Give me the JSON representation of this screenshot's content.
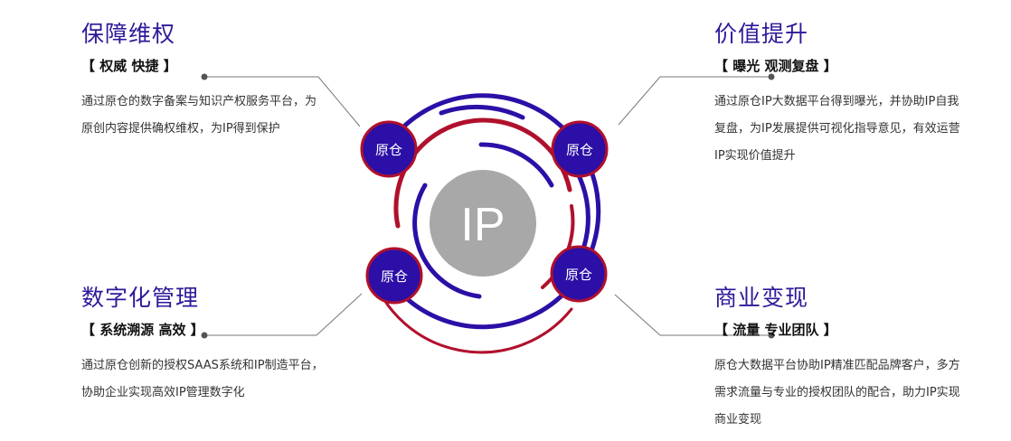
{
  "center": {
    "label": "IP"
  },
  "nodes": [
    {
      "id": "tl",
      "label": "原仓"
    },
    {
      "id": "tr",
      "label": "原仓"
    },
    {
      "id": "bl",
      "label": "原仓"
    },
    {
      "id": "br",
      "label": "原仓"
    }
  ],
  "blocks": {
    "tl": {
      "title": "保障维权",
      "subtitle": "【 权威 快捷 】",
      "desc": "通过原仓的数字备案与知识产权服务平台，为原创内容提供确权维权，为IP得到保护"
    },
    "tr": {
      "title": "价值提升",
      "subtitle": "【 曝光 观测复盘 】",
      "desc": "通过原仓IP大数据平台得到曝光，并协助IP自我复盘，为IP发展提供可视化指导意见，有效运营IP实现价值提升"
    },
    "bl": {
      "title": "数字化管理",
      "subtitle": "【 系统溯源 高效 】",
      "desc": "通过原仓创新的授权SAAS系统和IP制造平台，协助企业实现高效IP管理数字化"
    },
    "br": {
      "title": "商业变现",
      "subtitle": "【 流量 专业团队 】",
      "desc": "原仓大数据平台协助IP精准匹配品牌客户，多方需求流量与专业的授权团队的配合，助力IP实现商业变现"
    }
  },
  "colors": {
    "accent_blue": "#2c0fa6",
    "accent_red": "#b0102c",
    "center_gray": "#a8a8a8",
    "title_color": "#2c1a99"
  }
}
